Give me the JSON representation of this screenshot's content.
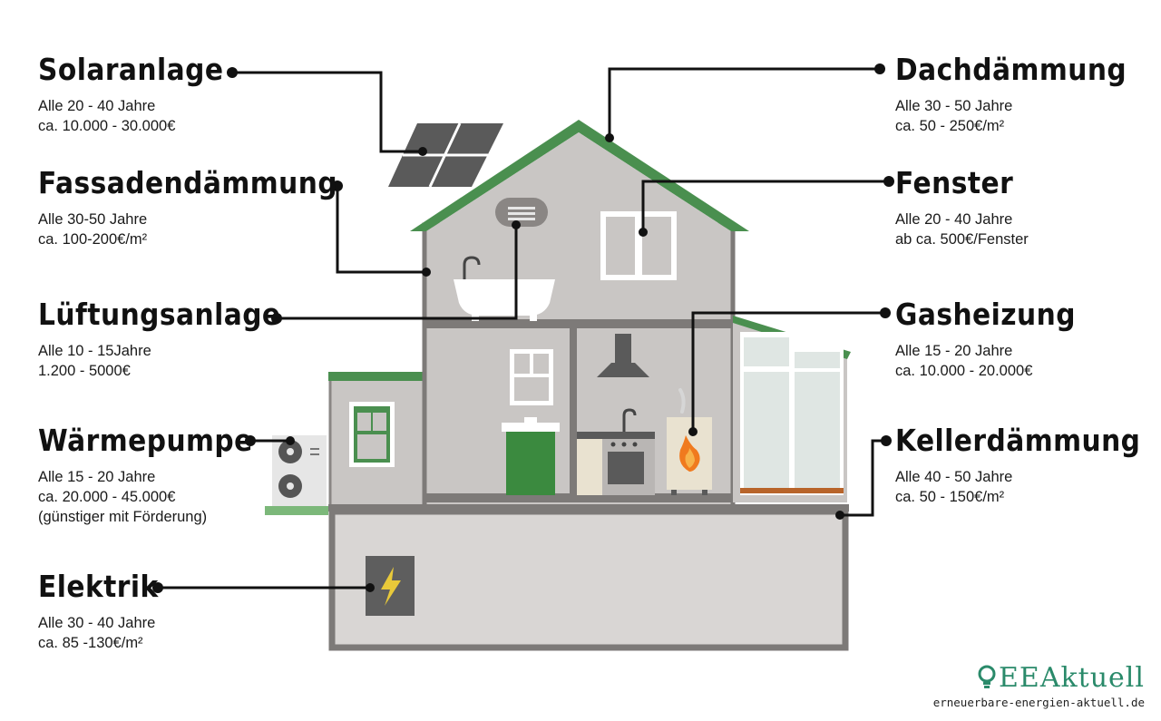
{
  "labels": [
    {
      "id": "solaranlage",
      "title": "Solaranlage",
      "lines": [
        "Alle 20 - 40 Jahre",
        "ca. 10.000 - 30.000€"
      ]
    },
    {
      "id": "fassadendaemmung",
      "title": "Fassadendämmung",
      "lines": [
        "Alle 30-50 Jahre",
        "ca. 100-200€/m²"
      ]
    },
    {
      "id": "lueftungsanlage",
      "title": "Lüftungsanlage",
      "lines": [
        "Alle 10 - 15Jahre",
        "1.200 - 5000€"
      ]
    },
    {
      "id": "waermepumpe",
      "title": "Wärmepumpe",
      "lines": [
        "Alle 15 - 20 Jahre",
        "ca. 20.000 - 45.000€",
        "(günstiger mit Förderung)"
      ]
    },
    {
      "id": "elektrik",
      "title": "Elektrik",
      "lines": [
        "Alle 30 - 40 Jahre",
        "ca. 85 -130€/m²"
      ]
    },
    {
      "id": "dachdaemmung",
      "title": "Dachdämmung",
      "lines": [
        "Alle 30 - 50 Jahre",
        "ca. 50 - 250€/m²"
      ]
    },
    {
      "id": "fenster",
      "title": "Fenster",
      "lines": [
        "Alle 20 - 40 Jahre",
        "ab ca. 500€/Fenster"
      ]
    },
    {
      "id": "gasheizung",
      "title": "Gasheizung",
      "lines": [
        "Alle 15 - 20 Jahre",
        "ca. 10.000 - 20.000€"
      ]
    },
    {
      "id": "kellerdaemmung",
      "title": "Kellerdämmung",
      "lines": [
        "Alle 40 - 50 Jahre",
        "ca. 50 - 150€/m²"
      ]
    }
  ],
  "brand": {
    "logo": "EEAktuell",
    "url": "erneuerbare-energien-aktuell.de"
  },
  "colors": {
    "roof": "#4a8f4f",
    "wall": "#c9c6c4",
    "wall_dark": "#7d7a78",
    "basement": "#d9d6d4",
    "solar": "#5a5a5a",
    "flame": "#f07a1e",
    "bolt": "#e8c93a",
    "brand": "#2a8a6a",
    "leader": "#111111"
  },
  "icons": [
    "solar-panel-icon",
    "vent-icon",
    "bathtub-icon",
    "window-icon",
    "range-hood-icon",
    "stove-icon",
    "boiler-flame-icon",
    "heat-pump-icon",
    "fuse-box-bolt-icon",
    "bulb-icon"
  ]
}
